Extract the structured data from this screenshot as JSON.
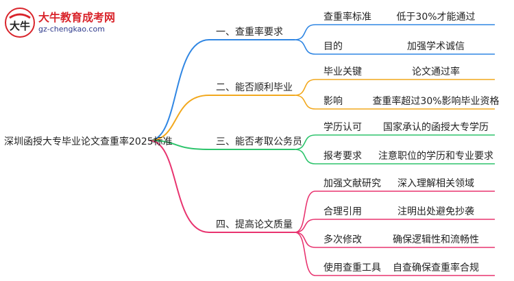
{
  "logo": {
    "title": "大牛教育成考网",
    "url": "gz-chengkao.com",
    "mark_text": "大牛"
  },
  "root": {
    "label": "深圳函授大专毕业论文查重率2025标准"
  },
  "branches": [
    {
      "label": "一、查重率要求",
      "color": "#2f86e3",
      "children": [
        {
          "label": "查重率标准",
          "value": "低于30%才能通过"
        },
        {
          "label": "目的",
          "value": "加强学术诚信"
        }
      ]
    },
    {
      "label": "二、能否顺利毕业",
      "color": "#f2a81d",
      "children": [
        {
          "label": "毕业关键",
          "value": "论文通过率"
        },
        {
          "label": "影响",
          "value": "查重率超过30%影响毕业资格"
        }
      ]
    },
    {
      "label": "三、能否考取公务员",
      "color": "#2dc46c",
      "children": [
        {
          "label": "学历认可",
          "value": "国家承认的函授大专学历"
        },
        {
          "label": "报考要求",
          "value": "注意职位的学历和专业要求"
        }
      ]
    },
    {
      "label": "四、提高论文质量",
      "color": "#e8336f",
      "children": [
        {
          "label": "加强文献研究",
          "value": "深入理解相关领域"
        },
        {
          "label": "合理引用",
          "value": "注明出处避免抄袭"
        },
        {
          "label": "多次修改",
          "value": "确保逻辑性和流畅性"
        },
        {
          "label": "使用查重工具",
          "value": "自查确保查重率合规"
        }
      ]
    }
  ]
}
